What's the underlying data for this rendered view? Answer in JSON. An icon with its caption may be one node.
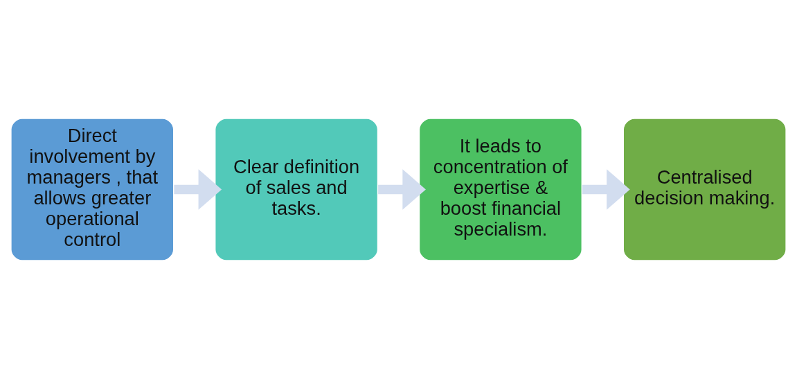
{
  "diagram": {
    "nodes": [
      {
        "text": [
          "Direct involvement by managers , that allows greater operational control"
        ]
      },
      {
        "text": [
          "Clear definition of sales and tasks."
        ]
      },
      {
        "text": [
          "It leads to concentration of expertise & boost financial specialism."
        ]
      },
      {
        "text": [
          "Centralised decision making."
        ]
      }
    ],
    "edges": [
      {
        "from": 0,
        "to": 1,
        "arrow": "to"
      },
      {
        "from": 1,
        "to": 2,
        "arrow": "to"
      },
      {
        "from": 2,
        "to": 3,
        "arrow": "to"
      }
    ]
  }
}
